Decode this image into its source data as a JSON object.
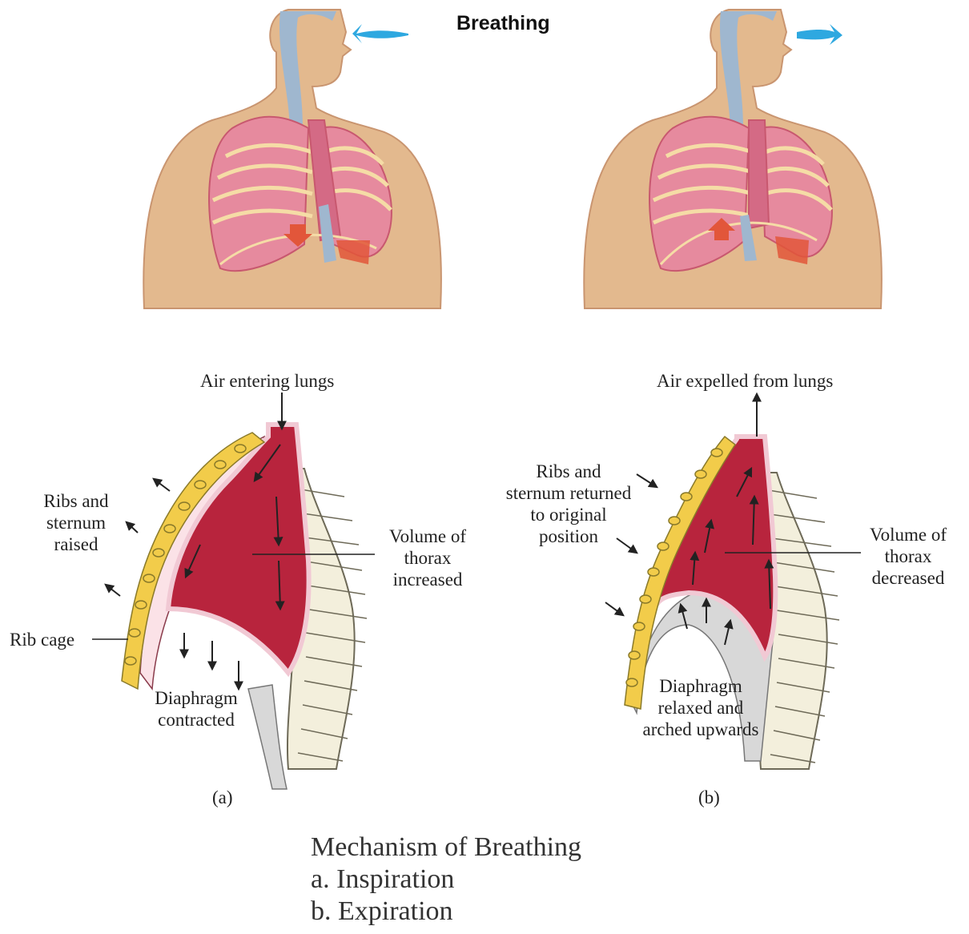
{
  "title": "Breathing",
  "colors": {
    "skin": "#e3b98e",
    "skin_shadow": "#c99570",
    "lung": "#e68a9e",
    "lung_dark": "#c8586f",
    "thorax_cavity": "#b8243d",
    "pleura": "#f1c9d4",
    "rib_cage": "#f2cc4a",
    "airway": "#9fb7cf",
    "air_arrow": "#2ea8e0",
    "diaphragm_arrow": "#e2563a",
    "bone": "#f3efdc"
  },
  "panels": {
    "a": {
      "top_label": "Air entering lungs",
      "ribs_label": "Ribs and sternum raised",
      "ribcage_label": "Rib cage",
      "volume_label": "Volume of thorax increased",
      "diaphragm_label": "Diaphragm contracted",
      "letter": "(a)"
    },
    "b": {
      "top_label": "Air expelled from lungs",
      "ribs_label": "Ribs and sternum returned to original position",
      "volume_label": "Volume of thorax decreased",
      "diaphragm_label": "Diaphragm relaxed and arched upwards",
      "letter": "(b)"
    }
  },
  "caption": {
    "line1": "Mechanism of Breathing",
    "line2": "a. Inspiration",
    "line3": "b. Expiration"
  }
}
